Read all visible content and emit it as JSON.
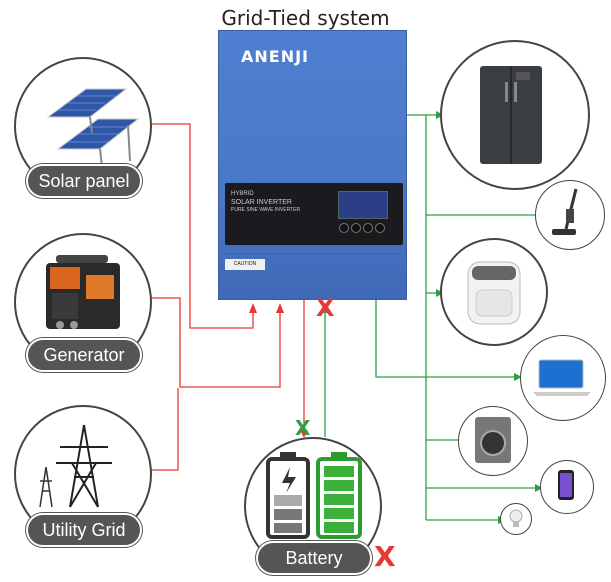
{
  "title": "Grid-Tied system",
  "inverter": {
    "brand": "ANENJI",
    "panel_line1": "HYBRID",
    "panel_line2": "SOLAR INVERTER",
    "panel_line3": "PURE SINE WAVE INVERTER",
    "caution": "CAUTION"
  },
  "sources": [
    {
      "label": "Solar panel"
    },
    {
      "label": "Generator"
    },
    {
      "label": "Utility Grid"
    }
  ],
  "battery": {
    "label": "Battery"
  },
  "marks": {
    "x_inverter": "X",
    "x_battery_in": "X",
    "x_battery": "X"
  },
  "loads": [
    "refrigerator",
    "wet-dry-vacuum",
    "air-fryer",
    "laptop",
    "washing-machine",
    "smartphone",
    "light-bulb"
  ],
  "colors": {
    "input_wire": "#e53935",
    "output_wire": "#2ea043",
    "inverter_blue": "#4a78c9",
    "pill": "#555555"
  }
}
